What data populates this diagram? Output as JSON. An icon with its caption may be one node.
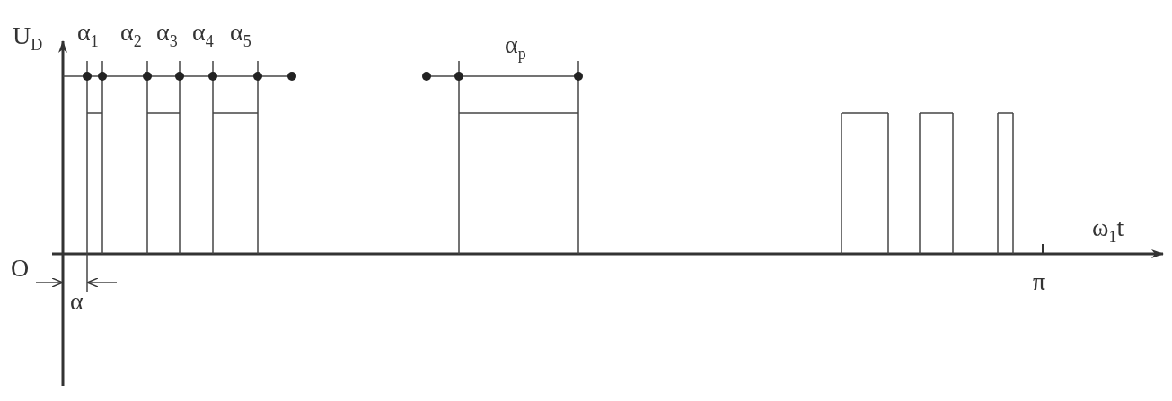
{
  "diagram": {
    "labels": [
      "U$_{D}$",
      "α$_{1}$",
      "α$_{2}$",
      "α$_{3}$",
      "α$_{4}$",
      "α$_{5}$",
      "α$_{p}$",
      "ω$_{1}$t",
      "O",
      "α",
      "π"
    ]
  }
}
